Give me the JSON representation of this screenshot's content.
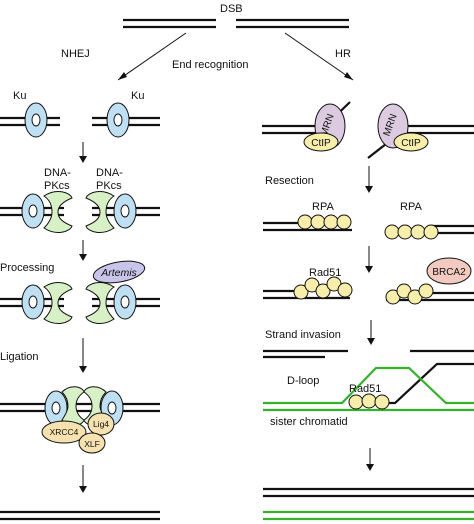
{
  "colors": {
    "ku": "#bfe0f2",
    "dna_pkcs": "#d7f0c6",
    "artemis": "#c9c4ea",
    "mrn": "#dccbe0",
    "ctip": "#f6eeaa",
    "rpa_rad51": "#f6eeaa",
    "brca2": "#f2cabf",
    "xrcc4": "#f6e2b0",
    "lig4": "#f6e2b0",
    "xlf": "#f6e2b0",
    "sister_chromatid": "#35b22a"
  },
  "labels": {
    "dsb": "DSB",
    "nhej": "NHEJ",
    "hr": "HR",
    "end_recognition": "End recognition",
    "ku_left": "Ku",
    "ku_right": "Ku",
    "dnapkcs_left_1": "DNA-",
    "dnapkcs_left_2": "PKcs",
    "dnapkcs_right_1": "DNA-",
    "dnapkcs_right_2": "PKcs",
    "processing": "Processing",
    "artemis": "Artemis",
    "ligation": "Ligation",
    "xrcc4": "XRCC4",
    "lig4": "Lig4",
    "xlf": "XLF",
    "mrn_left": "MRN",
    "mrn_right": "MRN",
    "ctip_left": "CtIP",
    "ctip_right": "CtIP",
    "resection": "Resection",
    "rpa_left": "RPA",
    "rpa_right": "RPA",
    "rad51_top": "Rad51",
    "brca2": "BRCA2",
    "strand_invasion": "Strand invasion",
    "d_loop": "D-loop",
    "rad51_dloop": "Rad51",
    "sister_chromatid": "sister chromatid"
  }
}
